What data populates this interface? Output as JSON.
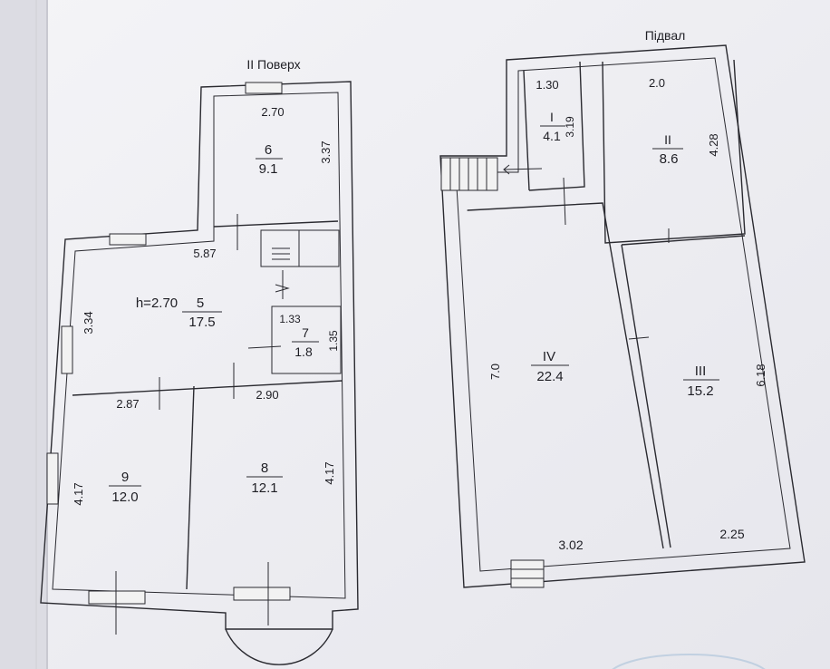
{
  "floors": {
    "second": {
      "title": "II Поверх",
      "rooms": [
        {
          "id": "6",
          "number": "6",
          "area": "9.1",
          "width": "2.70",
          "height": "3.37"
        },
        {
          "id": "5",
          "number": "5",
          "area": "17.5",
          "width": "5.87",
          "height": "3.34",
          "ceiling": "h=2.70"
        },
        {
          "id": "7",
          "number": "7",
          "area": "1.8",
          "width": "1.33",
          "height": "1.35"
        },
        {
          "id": "9",
          "number": "9",
          "area": "12.0",
          "width": "2.87",
          "height": "4.17"
        },
        {
          "id": "8",
          "number": "8",
          "area": "12.1",
          "width": "2.90",
          "height": "4.17"
        }
      ]
    },
    "basement": {
      "title": "Підвал",
      "rooms": [
        {
          "id": "I",
          "number": "I",
          "area": "4.1",
          "width": "1.30",
          "height": "3.19"
        },
        {
          "id": "II",
          "number": "II",
          "area": "8.6",
          "width": "2.0",
          "height": "4.28"
        },
        {
          "id": "IV",
          "number": "IV",
          "area": "22.4",
          "width": "3.02",
          "height": "7.0"
        },
        {
          "id": "III",
          "number": "III",
          "area": "15.2",
          "width": "2.25",
          "height": "6.18"
        }
      ]
    }
  }
}
